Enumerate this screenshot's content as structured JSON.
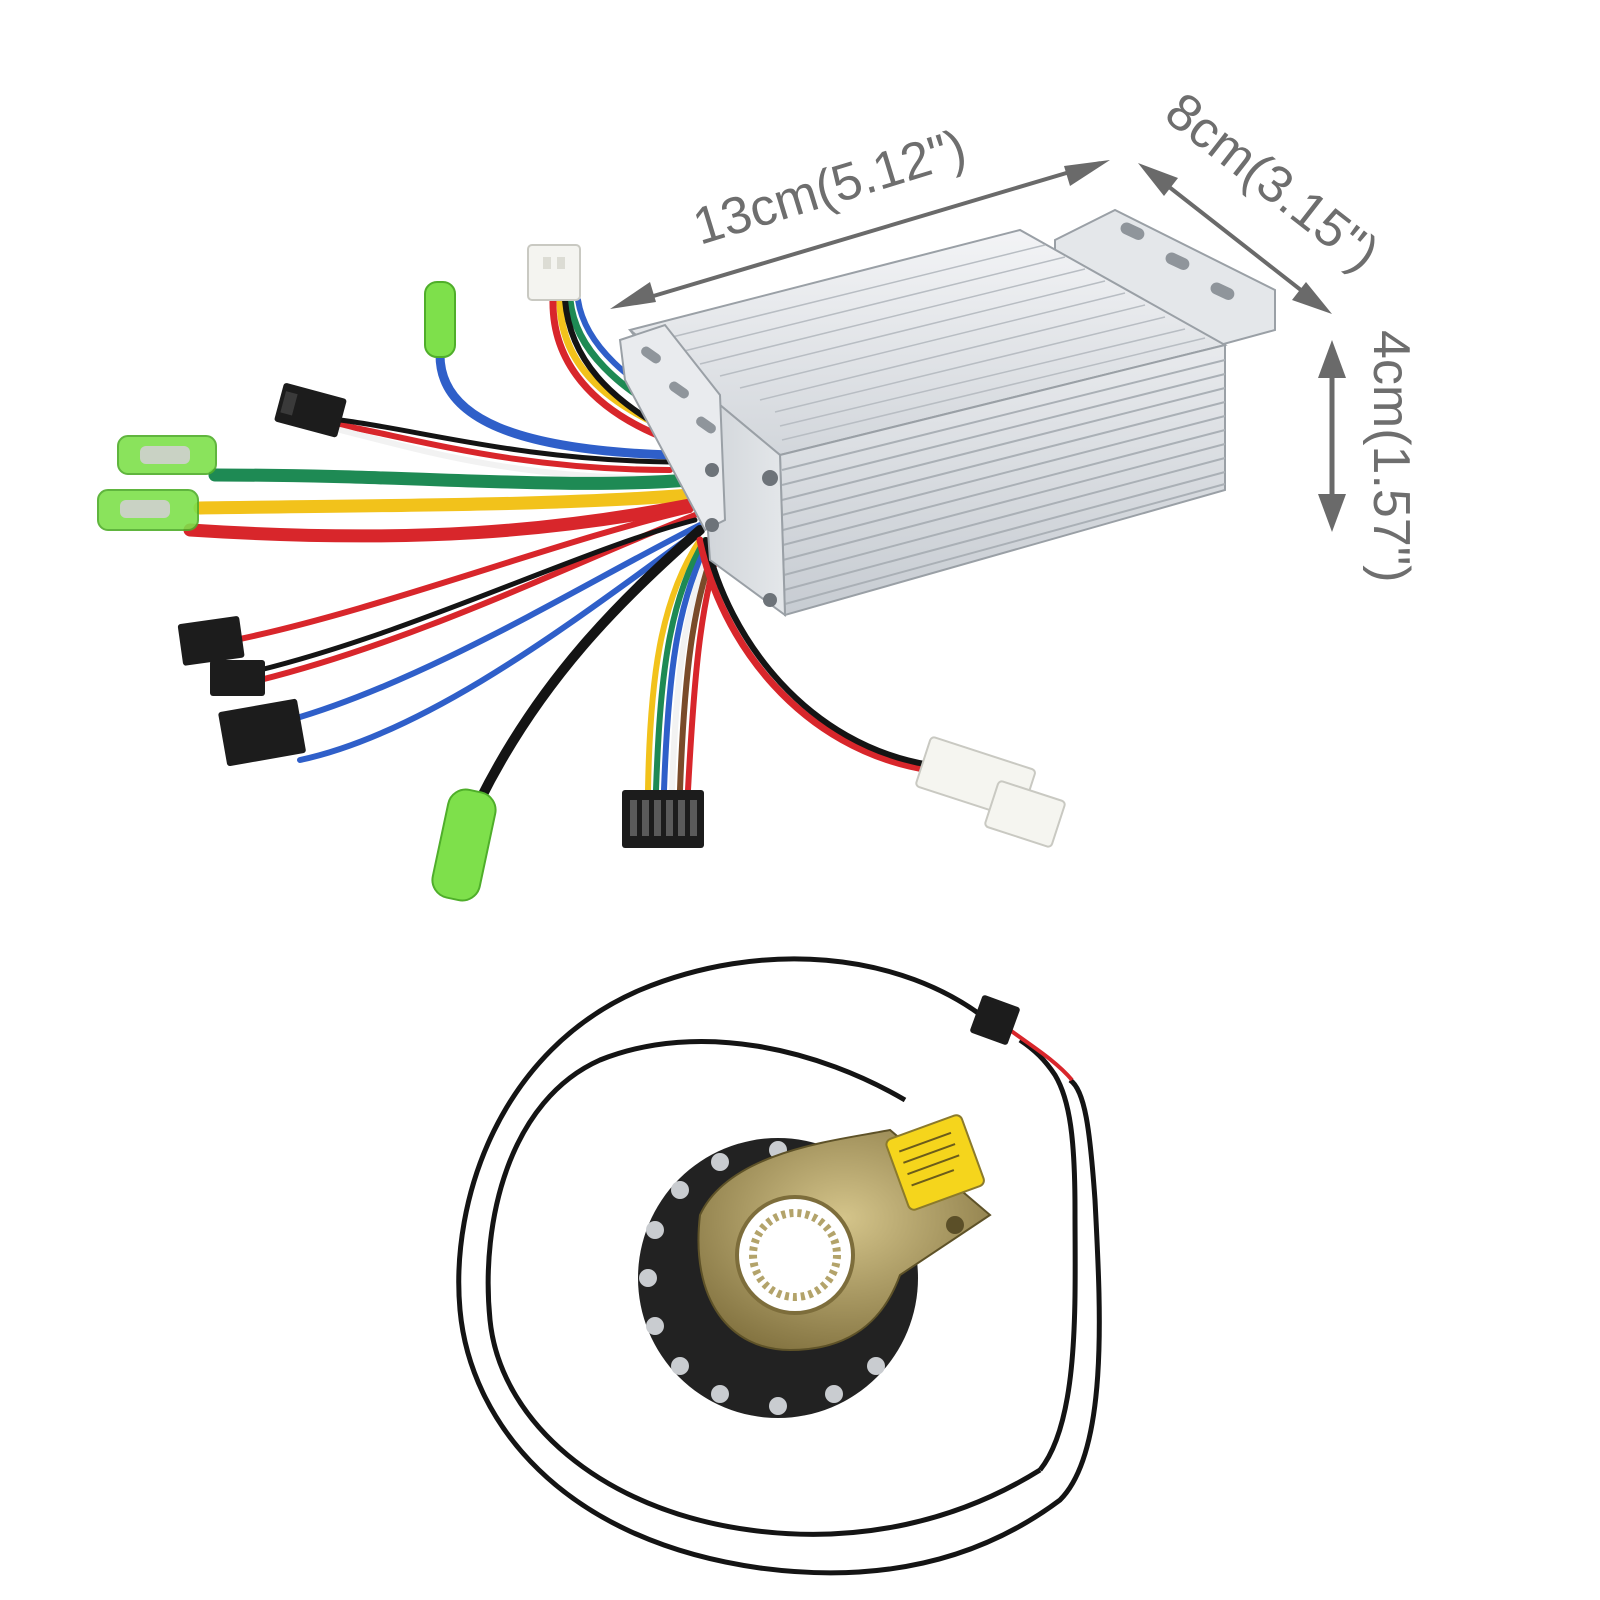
{
  "dimensions": {
    "length": "13cm(5.12\")",
    "width": "8cm(3.15\")",
    "height": "4cm(1.57\")"
  },
  "colors": {
    "dimension_text": "#6e6e6e",
    "dimension_arrow": "#6a6a6a",
    "controller_body": "#d9dde1",
    "wire_red": "#d8262b",
    "wire_green": "#1e8a54",
    "wire_yellow": "#f2c21b",
    "wire_blue": "#2f5fc9",
    "wire_black": "#141414",
    "terminal_green": "#7ee04b",
    "sensor_disc": "#222222",
    "sensor_bracket": "#a8975e",
    "sensor_label": "#f5d51c"
  },
  "objects": {
    "controller": "brushless-motor-controller",
    "pas_sensor": "pedal-assist-sensor-disc"
  }
}
